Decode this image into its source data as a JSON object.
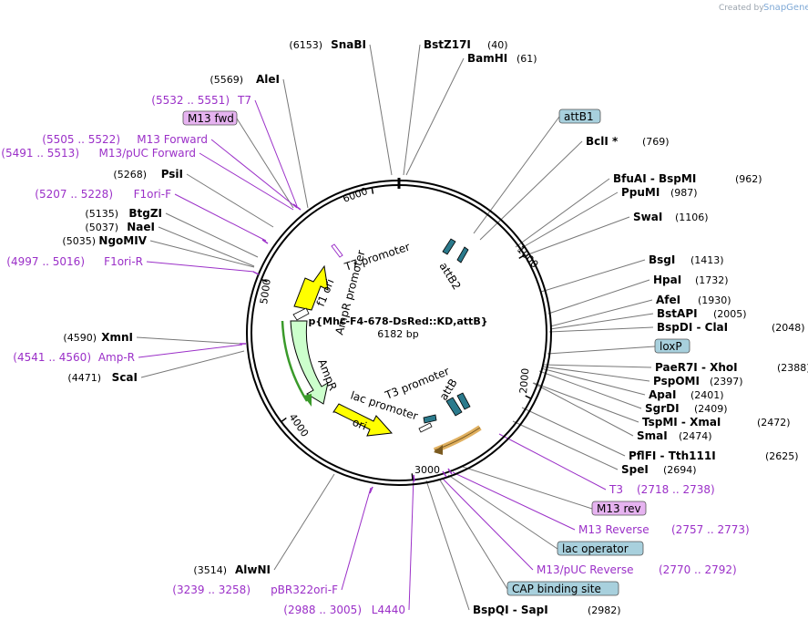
{
  "watermark": {
    "prefix": "Created by",
    "brand": "SnapGene"
  },
  "plasmid": {
    "name": "p{Mhc-F4-678-DsRed::KD,attB}",
    "length": "6182 bp"
  },
  "ticks": [
    "1000",
    "2000",
    "3000",
    "4000",
    "5000",
    "6000"
  ],
  "features": {
    "t7_promoter": "T7 promoter",
    "f1_ori": "f1 ori",
    "ampr_promoter": "AmpR promoter",
    "ampr": "AmpR",
    "attb2": "attB2",
    "t3_promoter": "T3 promoter",
    "attb": "attB",
    "lac_promoter": "lac promoter",
    "ori": "ori"
  },
  "labels": [
    {
      "kind": "enzyme",
      "pos": "(6153)",
      "name": "SnaBI"
    },
    {
      "kind": "enzyme",
      "name": "BstZ17I",
      "pos": "(40)"
    },
    {
      "kind": "enzyme",
      "name": "BamHI",
      "pos": "(61)"
    },
    {
      "kind": "enzyme",
      "pos": "(5569)",
      "name": "AleI"
    },
    {
      "kind": "primer",
      "pos": "(5532 .. 5551)",
      "name": "T7"
    },
    {
      "kind": "box",
      "name": "M13 fwd"
    },
    {
      "kind": "primer",
      "pos": "(5505 .. 5522)",
      "name": "M13 Forward"
    },
    {
      "kind": "primer",
      "pos": "(5491 .. 5513)",
      "name": "M13/pUC Forward"
    },
    {
      "kind": "enzyme",
      "pos": "(5268)",
      "name": "PsiI"
    },
    {
      "kind": "primer",
      "pos": "(5207 .. 5228)",
      "name": "F1ori-F"
    },
    {
      "kind": "enzyme",
      "pos": "(5135)",
      "name": "BtgZI"
    },
    {
      "kind": "enzyme",
      "pos": "(5037)",
      "name": "NaeI"
    },
    {
      "kind": "enzyme",
      "pos": "(5035)",
      "name": "NgoMIV"
    },
    {
      "kind": "primer",
      "pos": "(4997 .. 5016)",
      "name": "F1ori-R"
    },
    {
      "kind": "enzyme",
      "pos": "(4590)",
      "name": "XmnI"
    },
    {
      "kind": "primer",
      "pos": "(4541 .. 4560)",
      "name": "Amp-R"
    },
    {
      "kind": "enzyme",
      "pos": "(4471)",
      "name": "ScaI"
    },
    {
      "kind": "enzyme",
      "pos": "(3514)",
      "name": "AlwNI"
    },
    {
      "kind": "primer",
      "pos": "(3239 .. 3258)",
      "name": "pBR322ori-F"
    },
    {
      "kind": "primer",
      "pos": "(2988 .. 3005)",
      "name": "L4440"
    },
    {
      "kind": "box",
      "name": "attB1"
    },
    {
      "kind": "enzyme",
      "name": "BclI *",
      "pos": "(769)"
    },
    {
      "kind": "enzyme",
      "name": "BfuAI  -  BspMI",
      "pos": "(962)"
    },
    {
      "kind": "enzyme",
      "name": "PpuMI",
      "pos": "(987)"
    },
    {
      "kind": "enzyme",
      "name": "SwaI",
      "pos": "(1106)"
    },
    {
      "kind": "enzyme",
      "name": "BsgI",
      "pos": "(1413)"
    },
    {
      "kind": "enzyme",
      "name": "HpaI",
      "pos": "(1732)"
    },
    {
      "kind": "enzyme",
      "name": "AfeI",
      "pos": "(1930)"
    },
    {
      "kind": "enzyme",
      "name": "BstAPI",
      "pos": "(2005)"
    },
    {
      "kind": "enzyme",
      "name": "BspDI  -  ClaI",
      "pos": "(2048)"
    },
    {
      "kind": "box",
      "name": "loxP"
    },
    {
      "kind": "enzyme",
      "name": "PaeR7I  -  XhoI",
      "pos": "(2388)"
    },
    {
      "kind": "enzyme",
      "name": "PspOMI",
      "pos": "(2397)"
    },
    {
      "kind": "enzyme",
      "name": "ApaI",
      "pos": "(2401)"
    },
    {
      "kind": "enzyme",
      "name": "SgrDI",
      "pos": "(2409)"
    },
    {
      "kind": "enzyme",
      "name": "TspMI  -  XmaI",
      "pos": "(2472)"
    },
    {
      "kind": "enzyme",
      "name": "SmaI",
      "pos": "(2474)"
    },
    {
      "kind": "enzyme",
      "name": "PflFI  -  Tth111I",
      "pos": "(2625)"
    },
    {
      "kind": "enzyme",
      "name": "SpeI",
      "pos": "(2694)"
    },
    {
      "kind": "primer",
      "name": "T3",
      "pos": "(2718 .. 2738)"
    },
    {
      "kind": "box",
      "name": "M13 rev"
    },
    {
      "kind": "primer",
      "name": "M13 Reverse",
      "pos": "(2757 .. 2773)"
    },
    {
      "kind": "box",
      "name": "lac operator"
    },
    {
      "kind": "primer",
      "name": "M13/pUC Reverse",
      "pos": "(2770 .. 2792)"
    },
    {
      "kind": "box",
      "name": "CAP binding site"
    },
    {
      "kind": "enzyme",
      "name": "BspQI  -  SapI",
      "pos": "(2982)"
    }
  ],
  "colors": {
    "primer": "#9b30c8",
    "feature_box_blue": "#a8d0dd",
    "feature_box_purple": "#e6b3f0",
    "ori_arrow": "#ffff00",
    "ampr_arrow": "#ccffcc",
    "attb": "#2b7a8c",
    "orange_feature": "#e0b060"
  }
}
